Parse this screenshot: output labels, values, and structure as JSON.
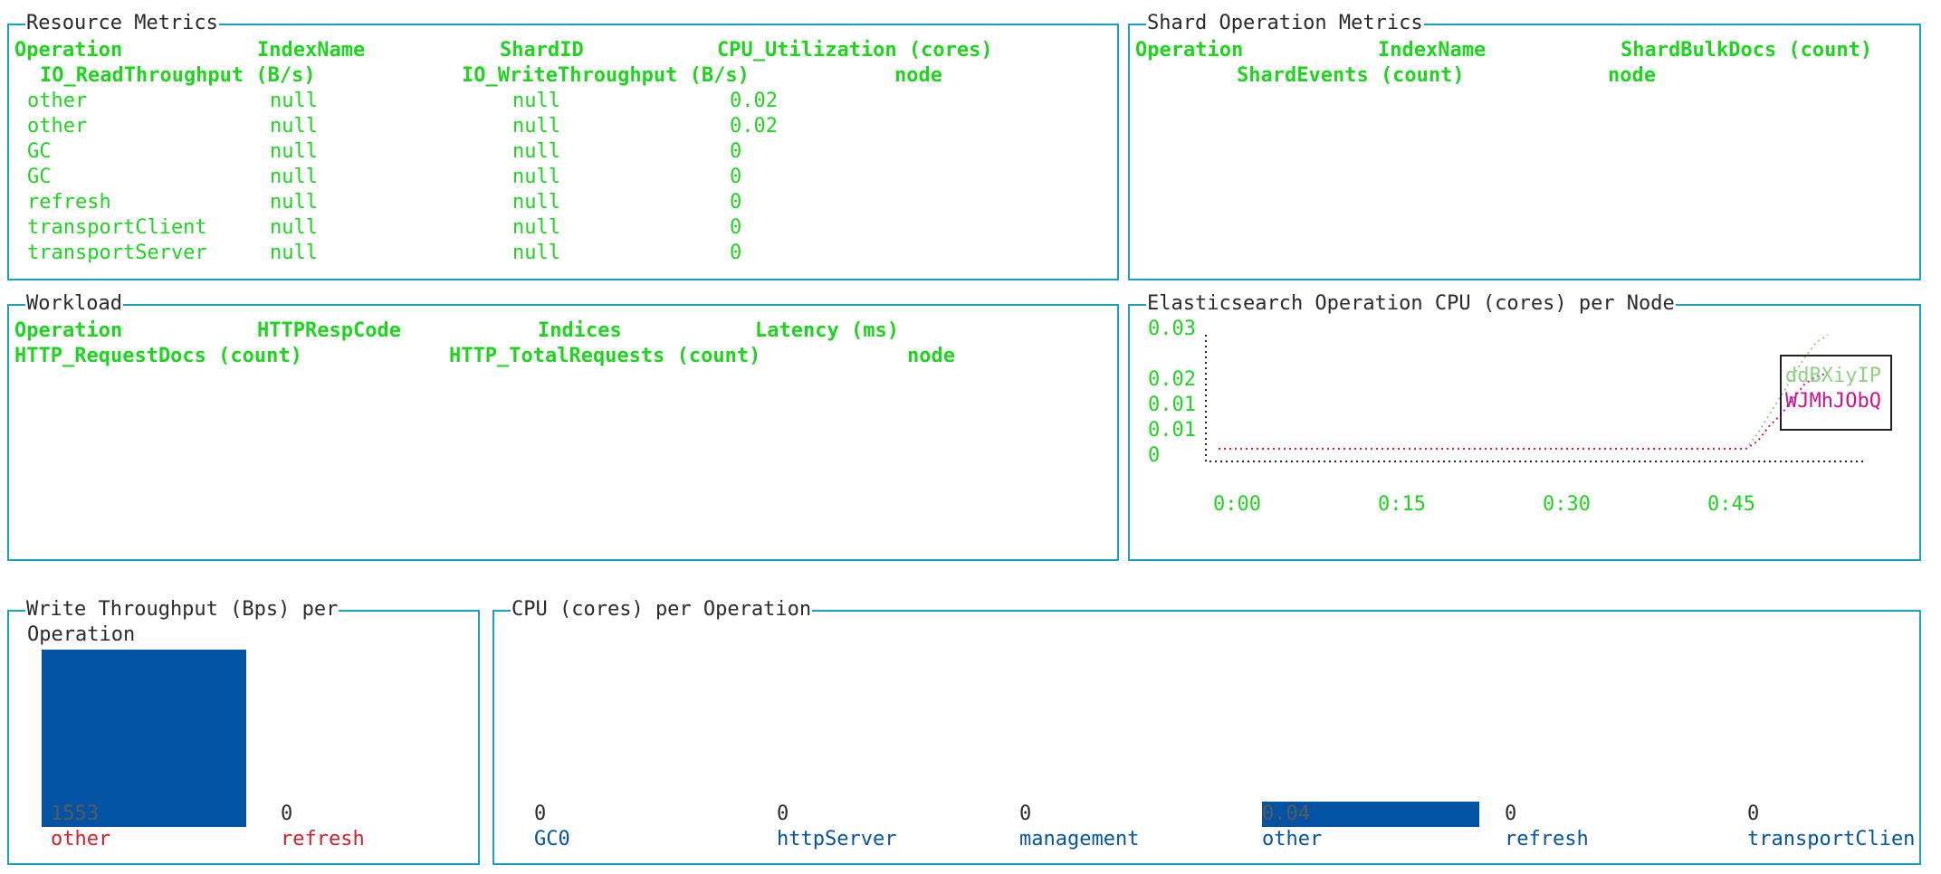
{
  "resource_metrics": {
    "title": "Resource Metrics",
    "headers": [
      "Operation",
      "IndexName",
      "ShardID",
      "CPU_Utilization (cores)"
    ],
    "headers2": [
      "IO_ReadThroughput (B/s)",
      "IO_WriteThroughput (B/s)",
      "node"
    ],
    "rows": [
      [
        "other",
        "null",
        "null",
        "0.02"
      ],
      [
        "other",
        "null",
        "null",
        "0.02"
      ],
      [
        "GC",
        "null",
        "null",
        "0"
      ],
      [
        "GC",
        "null",
        "null",
        "0"
      ],
      [
        "refresh",
        "null",
        "null",
        "0"
      ],
      [
        "transportClient",
        "null",
        "null",
        "0"
      ],
      [
        "transportServer",
        "null",
        "null",
        "0"
      ]
    ]
  },
  "shard_operation_metrics": {
    "title": "Shard Operation Metrics",
    "headers": [
      "Operation",
      "IndexName",
      "ShardBulkDocs (count)"
    ],
    "headers2": [
      "ShardEvents (count)",
      "node"
    ]
  },
  "workload": {
    "title": "Workload",
    "headers": [
      "Operation",
      "HTTPRespCode",
      "Indices",
      "Latency (ms)"
    ],
    "headers2": [
      "HTTP_RequestDocs (count)",
      "HTTP_TotalRequests (count)",
      "node"
    ]
  },
  "cpu_per_node": {
    "title": "Elasticsearch Operation CPU (cores) per Node"
  },
  "write_throughput": {
    "title": "Write Throughput (Bps) per",
    "title2": "Operation"
  },
  "cpu_per_operation": {
    "title": "CPU (cores) per Operation"
  },
  "colors": {
    "border": "#1aa0c0",
    "header_green": "#1ed41e",
    "bar_blue": "#0353a4",
    "series_light_green": "#90d080",
    "series_magenta": "#d0108a",
    "label_red": "#d0202a"
  },
  "chart_data": [
    {
      "type": "line",
      "title": "Elasticsearch Operation CPU (cores) per Node",
      "y_ticks": [
        "0.03",
        "0.02",
        "0.01",
        "0.01",
        "0"
      ],
      "x_ticks": [
        "0:00",
        "0:15",
        "0:30",
        "0:45"
      ],
      "ylim": [
        0,
        0.03
      ],
      "series": [
        {
          "name": "ddBXiyIP",
          "color": "#90d080",
          "x": [
            0,
            5,
            10,
            15,
            20,
            25,
            30,
            35,
            40,
            45,
            46,
            47,
            48,
            49,
            50,
            51,
            52
          ],
          "values": [
            0,
            0,
            0,
            0,
            0,
            0,
            0,
            0,
            0,
            0,
            0.004,
            0.009,
            0.014,
            0.019,
            0.024,
            0.028,
            0.03
          ]
        },
        {
          "name": "WJMhJObQ",
          "color": "#d0108a",
          "x": [
            0,
            5,
            10,
            15,
            20,
            25,
            30,
            35,
            40,
            45,
            46,
            47,
            48,
            49,
            50,
            51,
            52
          ],
          "values": [
            0,
            0,
            0,
            0,
            0,
            0,
            0,
            0,
            0,
            0,
            0.002,
            0.006,
            0.009,
            0.013,
            0.017,
            0.019,
            0.02
          ]
        }
      ]
    },
    {
      "type": "bar",
      "title": "Write Throughput (Bps) per Operation",
      "categories": [
        "other",
        "refresh"
      ],
      "values": [
        1553,
        0
      ],
      "value_labels": [
        "1553",
        "0"
      ]
    },
    {
      "type": "bar",
      "title": "CPU (cores) per Operation",
      "categories": [
        "GC0",
        "httpServer",
        "management",
        "other",
        "refresh",
        "transportClien"
      ],
      "values": [
        0,
        0,
        0,
        0.04,
        0,
        0
      ],
      "value_labels": [
        "0",
        "0",
        "0",
        "0.04",
        "0",
        "0"
      ]
    }
  ]
}
